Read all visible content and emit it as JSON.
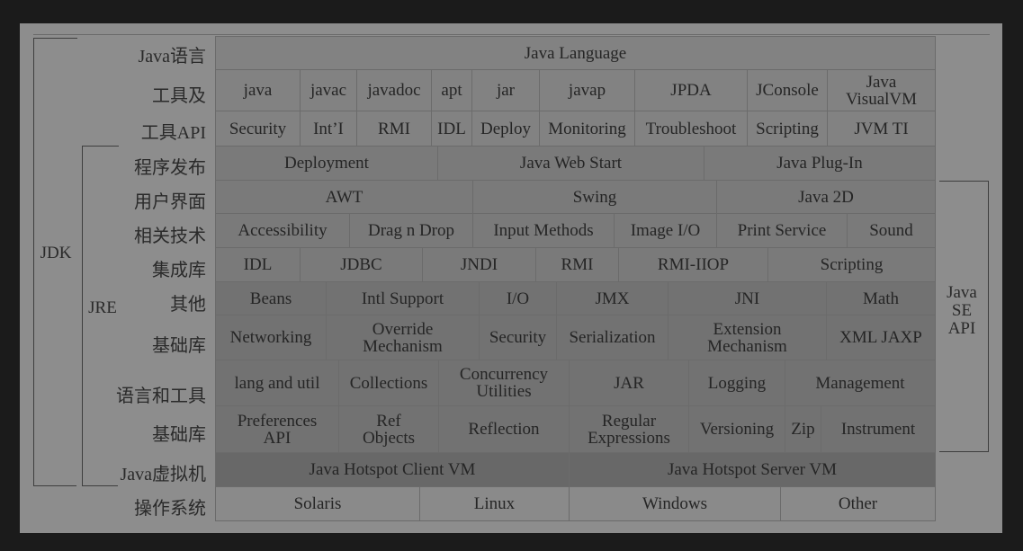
{
  "colors": {
    "background": "#1b1b1b",
    "panel": "#8d8d8d",
    "tools_rows": "#828282",
    "deploy_ui_rows": "#7a7a7a",
    "base_lib_rows": "#727272",
    "jvm_row": "#686868",
    "os_row": "#8a8a8a"
  },
  "row_labels": [
    "Java语言",
    "工具及",
    "工具API",
    "程序发布",
    "用户界面",
    "相关技术",
    "集成库",
    "其他",
    "基础库",
    "语言和工具",
    "基础库",
    "Java虚拟机",
    "操作系统"
  ],
  "brackets": {
    "jdk": "JDK",
    "jre": "JRE",
    "java_se_api": "Java\nSE\nAPI"
  },
  "rows": [
    {
      "name": "java-language",
      "cells": [
        "Java Language"
      ]
    },
    {
      "name": "tools",
      "cells": [
        "java",
        "javac",
        "javadoc",
        "apt",
        "jar",
        "javap",
        "JPDA",
        "JConsole",
        "Java\nVisualVM"
      ]
    },
    {
      "name": "tool-api",
      "cells": [
        "Security",
        "Int’I",
        "RMI",
        "IDL",
        "Deploy",
        "Monitoring",
        "Troubleshoot",
        "Scripting",
        "JVM TI"
      ]
    },
    {
      "name": "deployment",
      "cells": [
        "Deployment",
        "Java Web Start",
        "Java Plug-In"
      ]
    },
    {
      "name": "ui-toolkits",
      "cells": [
        "AWT",
        "Swing",
        "Java 2D"
      ]
    },
    {
      "name": "ui-tech",
      "cells": [
        "Accessibility",
        "Drag n Drop",
        "Input Methods",
        "Image I/O",
        "Print Service",
        "Sound"
      ]
    },
    {
      "name": "integration",
      "cells": [
        "IDL",
        "JDBC",
        "JNDI",
        "RMI",
        "RMI-IIOP",
        "Scripting"
      ]
    },
    {
      "name": "other-base-1",
      "cells": [
        "Beans",
        "Intl Support",
        "I/O",
        "JMX",
        "JNI",
        "Math"
      ]
    },
    {
      "name": "other-base-2",
      "cells": [
        "Networking",
        "Override\nMechanism",
        "Security",
        "Serialization",
        "Extension\nMechanism",
        "XML JAXP"
      ]
    },
    {
      "name": "lang-util-1",
      "cells": [
        "lang and util",
        "Collections",
        "Concurrency\nUtilities",
        "JAR",
        "Logging",
        "Management"
      ]
    },
    {
      "name": "lang-util-2",
      "cells": [
        "Preferences\nAPI",
        "Ref\nObjects",
        "Reflection",
        "Regular\nExpressions",
        "Versioning",
        "Zip",
        "Instrument"
      ]
    },
    {
      "name": "jvm",
      "cells": [
        "Java Hotspot Client VM",
        "Java Hotspot Server VM"
      ]
    },
    {
      "name": "os",
      "cells": [
        "Solaris",
        "Linux",
        "Windows",
        "Other"
      ]
    }
  ]
}
